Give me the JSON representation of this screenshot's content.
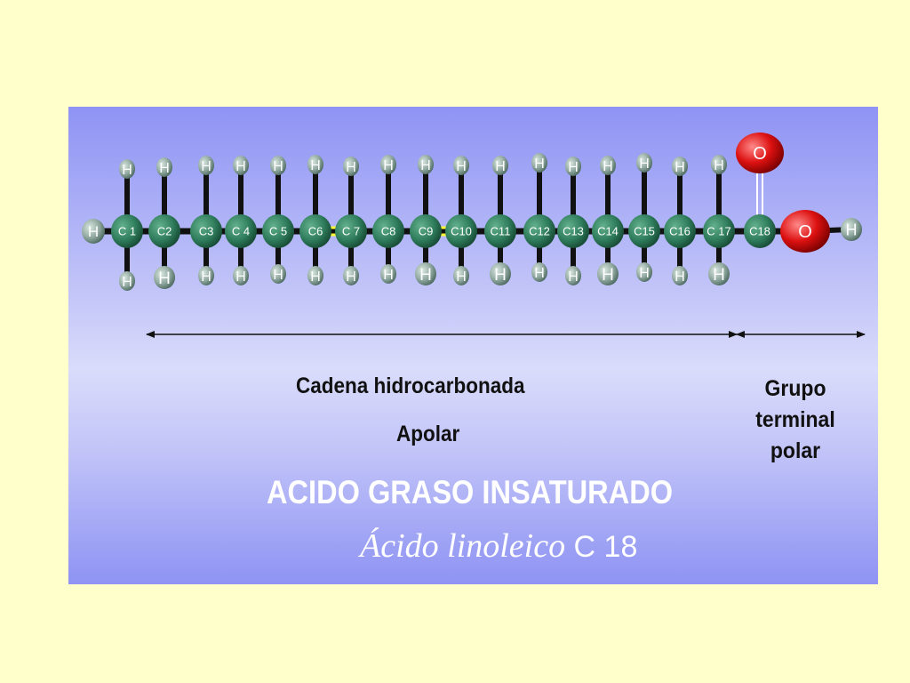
{
  "molecule": {
    "carbons": [
      "C 1",
      "C2",
      "C3",
      "C 4",
      "C 5",
      "C6",
      "C 7",
      "C8",
      "C9",
      "C10",
      "C11",
      "C12",
      "C13",
      "C14",
      "C15",
      "C16",
      "C 17",
      "C18"
    ],
    "hydrogen_symbol": "H",
    "oxygen_symbol": "O",
    "double_bonds": [
      [
        6,
        7
      ],
      [
        9,
        10
      ]
    ],
    "colors": {
      "carbon": "#2f7d5c",
      "oxygen": "#dd1111",
      "hydrogen": "#8fa79e",
      "bond": "#111111",
      "double_bond": "#ffff33"
    }
  },
  "labels": {
    "chain": "Cadena  hidrocarbonada",
    "apolar": "Apolar",
    "polar_group": "Grupo terminal polar"
  },
  "title": "ACIDO GRASO INSATURADO",
  "subtitle": {
    "italic": "Ácido linoleico",
    "regular": " C 18"
  }
}
